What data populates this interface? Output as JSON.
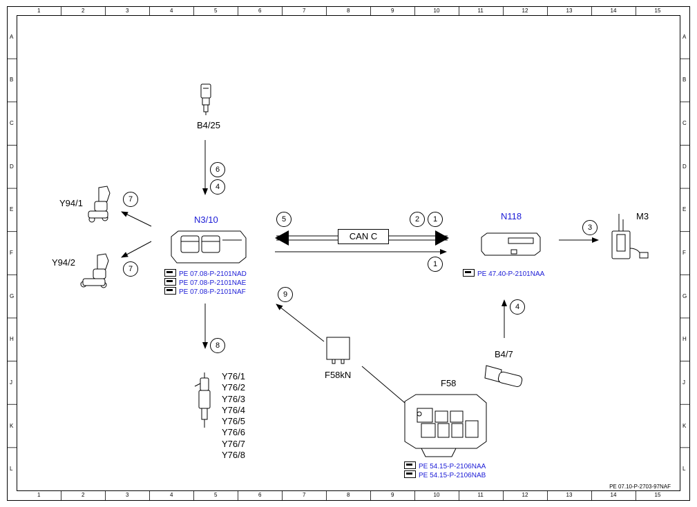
{
  "grid": {
    "columns": [
      "1",
      "2",
      "3",
      "4",
      "5",
      "6",
      "7",
      "8",
      "9",
      "10",
      "11",
      "12",
      "13",
      "14",
      "15"
    ],
    "rows": [
      "A",
      "B",
      "C",
      "D",
      "E",
      "F",
      "G",
      "H",
      "J",
      "K",
      "L"
    ]
  },
  "components": {
    "b4_25": "B4/25",
    "y94_1": "Y94/1",
    "y94_2": "Y94/2",
    "n3_10": "N3/10",
    "n118": "N118",
    "m3": "M3",
    "b4_7": "B4/7",
    "f58kn": "F58kN",
    "f58": "F58",
    "y76": [
      "Y76/1",
      "Y76/2",
      "Y76/3",
      "Y76/4",
      "Y76/5",
      "Y76/6",
      "Y76/7",
      "Y76/8"
    ]
  },
  "bus_label": "CAN C",
  "refs": {
    "n3_10": [
      "PE 07.08-P-2101NAD",
      "PE 07.08-P-2101NAE",
      "PE 07.08-P-2101NAF"
    ],
    "n118": [
      "PE 47.40-P-2101NAA"
    ],
    "f58": [
      "PE 54.15-P-2106NAA",
      "PE 54.15-P-2106NAB"
    ]
  },
  "numbers": {
    "n6": "6",
    "n4a": "4",
    "n7a": "7",
    "n7b": "7",
    "n5": "5",
    "n2": "2",
    "n1a": "1",
    "n1b": "1",
    "n3": "3",
    "n9": "9",
    "n4b": "4",
    "n8": "8"
  },
  "doc_code": "PE 07.10-P-2703-97NAF",
  "colors": {
    "reference": "#1a1ad6",
    "line": "#000000"
  }
}
